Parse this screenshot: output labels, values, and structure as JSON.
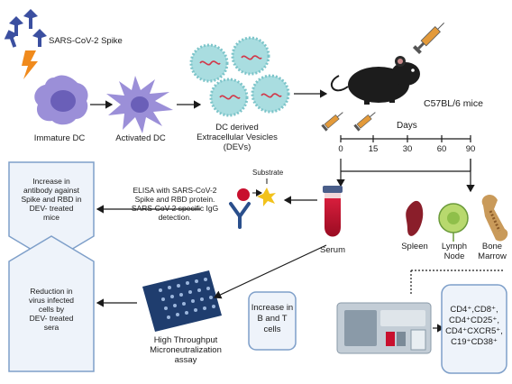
{
  "labels": {
    "spike": "SARS-CoV-2 Spike",
    "immature_dc": "Immature DC",
    "activated_dc": "Activated DC",
    "devs": "DC derived\nExtracellular Vesicles\n(DEVs)",
    "mice": "C57BL/6 mice",
    "days": "Days",
    "substrate": "Substrate",
    "elisa": "ELISA with SARS-CoV-2\nSpike and RBD protein.\nSARS-CoV-2 specific IgG\ndetection.",
    "serum": "Serum",
    "spleen": "Spleen",
    "lymph_node": "Lymph\nNode",
    "bone_marrow": "Bone\nMarrow",
    "microneutralization": "High Throughput\nMicroneutralization\nassay",
    "increase_bt": "Increase in\nB and T\ncells",
    "antibody_result": "Increase in\nantibody against\nSpike and RBD in\nDEV- treated\nmice",
    "virus_result": "Reduction in\nvirus infected\ncells by\nDEV- treated\nsera",
    "markers": "CD4⁺,CD8⁺,\nCD4⁺CD25⁺,\nCD4⁺CXCR5⁺,\nC19⁺CD38⁺"
  },
  "timeline": {
    "ticks": [
      "0",
      "15",
      "30",
      "60",
      "90"
    ]
  },
  "colors": {
    "dc_purple": "#9b8fd8",
    "dc_nucleus": "#6a5fb8",
    "spike_blue": "#3b4fa0",
    "bolt_orange": "#f08a1c",
    "vesicle_teal": "#a9dde0",
    "vesicle_rna": "#d2384a",
    "mouse_black": "#1c1c1c",
    "syringe_orange": "#e39a3a",
    "serum_red": "#c8102e",
    "antibody_blue": "#2a4f8c",
    "substrate_yellow": "#f2c21b",
    "spleen_red": "#8a1e2a",
    "lymph_green": "#b8d96e",
    "bone_tan": "#c99a5a",
    "panel_border": "#7e9fc9",
    "panel_fill": "#eef3fa",
    "plate_blue": "#1f3d6e",
    "cytometer_gray": "#8a9aa8"
  }
}
